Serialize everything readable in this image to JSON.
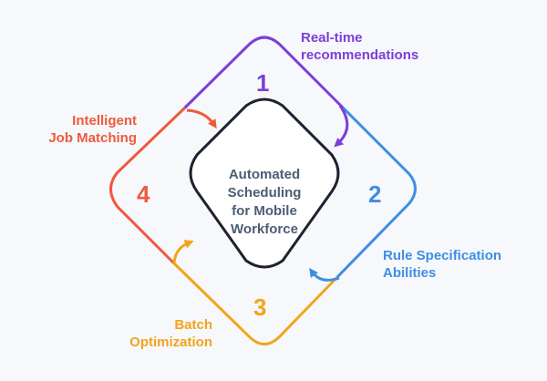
{
  "center": {
    "lines": [
      "Automated",
      "Scheduling",
      "for Mobile",
      "Workforce"
    ]
  },
  "steps": [
    {
      "number": "1",
      "label_lines": [
        "Real-time",
        "recommendations"
      ],
      "color": "#7b3fd8"
    },
    {
      "number": "2",
      "label_lines": [
        "Rule Specification",
        "Abilities"
      ],
      "color": "#3f8ee3"
    },
    {
      "number": "3",
      "label_lines": [
        "Batch",
        "Optimization"
      ],
      "color": "#f2a41a"
    },
    {
      "number": "4",
      "label_lines": [
        "Intelligent",
        "Job Matching"
      ],
      "color": "#ee5a3d"
    }
  ],
  "colors": {
    "center_border": "#1e2130",
    "center_text": "#4c5d75",
    "background": "#f6f8fb"
  }
}
